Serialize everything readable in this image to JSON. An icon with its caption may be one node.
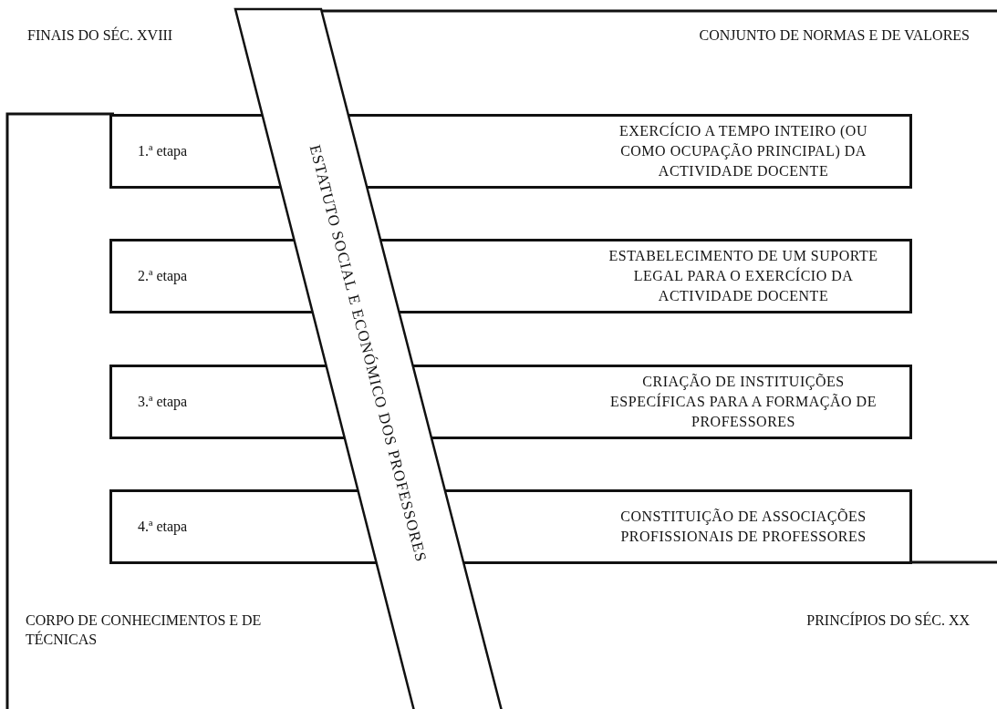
{
  "diagram": {
    "nodes": [
      {
        "text": [
          "1.ª etapa",
          "EXERCÍCIO A TEMPO INTEIRO (OU COMO OCUPAÇÃO PRINCIPAL) DA ACTIVIDADE DOCENTE"
        ]
      },
      {
        "text": [
          "2.ª etapa",
          "ESTABELECIMENTO DE UM SUPORTE LEGAL PARA O EXERCÍCIO DA ACTIVIDADE DOCENTE"
        ]
      },
      {
        "text": [
          "3.ª etapa",
          "CRIAÇÃO DE INSTITUIÇÕES ESPECÍFICAS PARA A FORMAÇÃO DE PROFESSORES"
        ]
      },
      {
        "text": [
          "4.ª etapa",
          "CONSTITUIÇÃO DE ASSOCIAÇÕES PROFISSIONAIS DE PROFESSORES"
        ]
      },
      {
        "text": [
          "ESTATUTO SOCIAL E ECONÓMICO DOS PROFESSORES"
        ]
      }
    ],
    "edges": [],
    "labels": [
      "FINAIS DO SÉC. XVIII",
      "CONJUNTO DE NORMAS E DE VALORES",
      "CORPO DE CONHECIMENTOS E DE TÉCNICAS",
      "PRINCÍPIOS DO SÉC. XX"
    ]
  }
}
